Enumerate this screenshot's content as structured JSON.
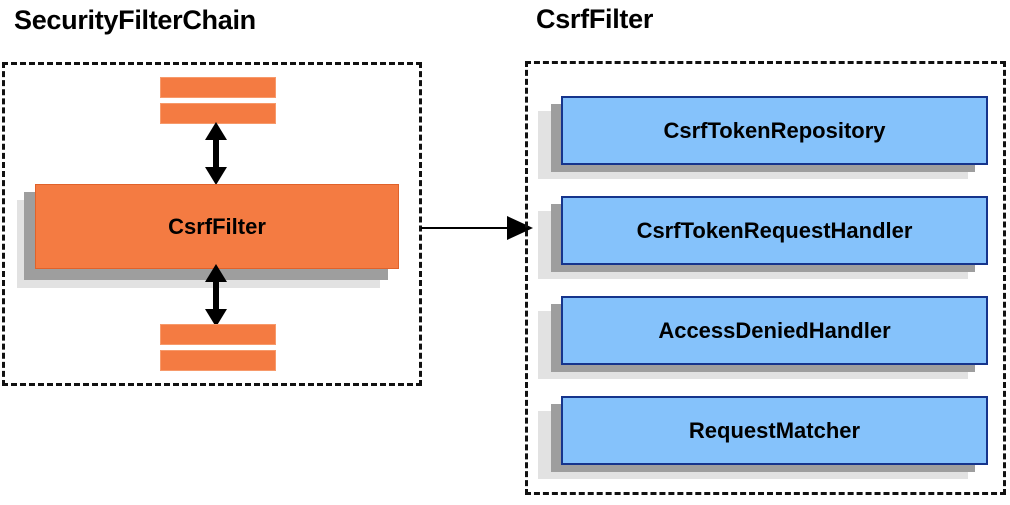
{
  "diagram": {
    "type": "architecture-block-diagram",
    "background": "#ffffff",
    "colors": {
      "orange_fill": "#f47b42",
      "orange_border": "#e0622a",
      "blue_fill": "#85c2fb",
      "blue_border": "#16348c",
      "shadow_dark": "#9e9e9e",
      "shadow_light": "#e2e2e2",
      "outline_dashed": "#111111",
      "arrow": "#000000",
      "text": "#000000"
    }
  },
  "panels": [
    {
      "id": "security-filter-chain",
      "title": "SecurityFilterChain",
      "nodes": [
        {
          "id": "filter-above-2",
          "label": "",
          "shape": "bar",
          "color": "orange"
        },
        {
          "id": "filter-above-1",
          "label": "",
          "shape": "bar",
          "color": "orange"
        },
        {
          "id": "csrf-filter",
          "label": "CsrfFilter",
          "shape": "box",
          "color": "orange"
        },
        {
          "id": "filter-below-1",
          "label": "",
          "shape": "bar",
          "color": "orange"
        },
        {
          "id": "filter-below-2",
          "label": "",
          "shape": "bar",
          "color": "orange"
        }
      ],
      "connectors": [
        {
          "id": "chain-up",
          "kind": "double-arrow",
          "orientation": "vertical"
        },
        {
          "id": "chain-down",
          "kind": "double-arrow",
          "orientation": "vertical"
        }
      ]
    },
    {
      "id": "csrf-filter-detail",
      "title": "CsrfFilter",
      "nodes": [
        {
          "id": "csrf-token-repository",
          "label": "CsrfTokenRepository",
          "shape": "box",
          "color": "blue"
        },
        {
          "id": "csrf-token-request-handler",
          "label": "CsrfTokenRequestHandler",
          "shape": "box",
          "color": "blue"
        },
        {
          "id": "access-denied-handler",
          "label": "AccessDeniedHandler",
          "shape": "box",
          "color": "blue"
        },
        {
          "id": "request-matcher",
          "label": "RequestMatcher",
          "shape": "box",
          "color": "blue"
        }
      ]
    }
  ],
  "cross_connector": {
    "id": "expands-to",
    "kind": "single-arrow",
    "orientation": "horizontal",
    "from": "csrf-filter",
    "to": "csrf-filter-detail"
  }
}
